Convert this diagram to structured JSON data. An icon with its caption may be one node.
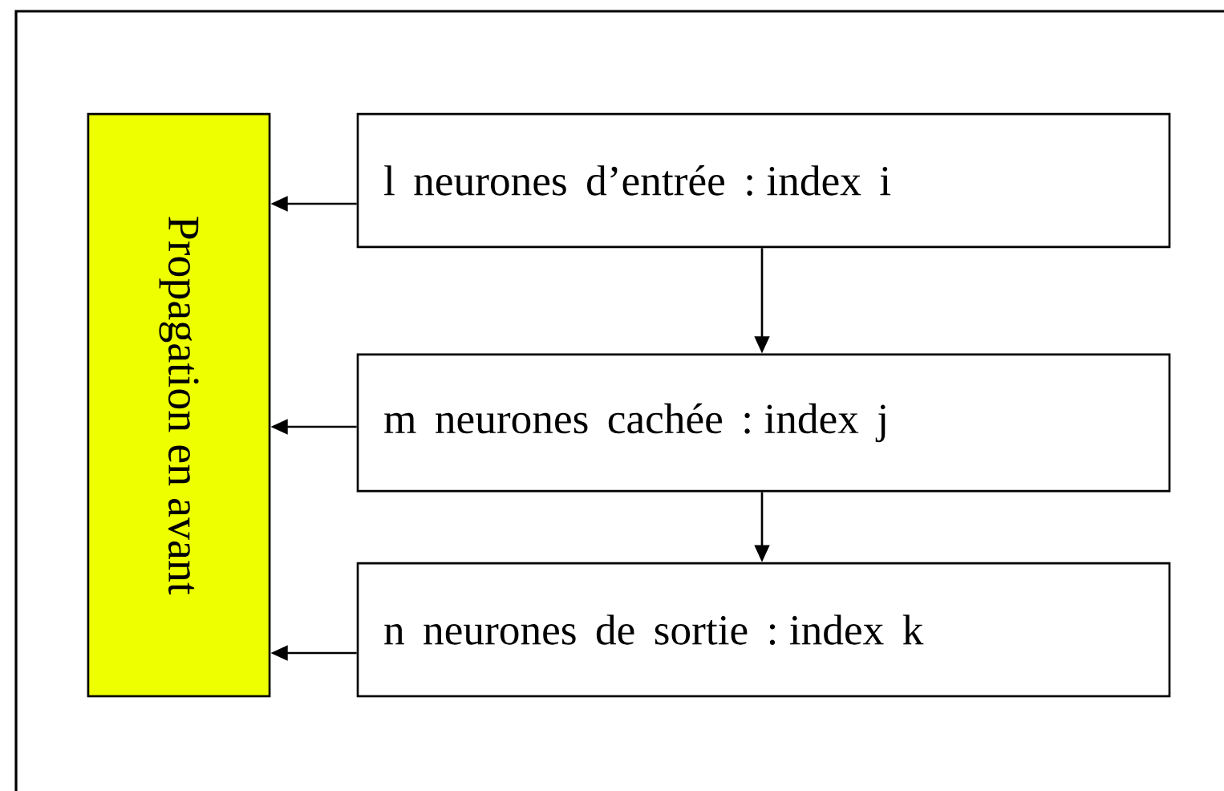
{
  "diagram": {
    "nodes": [
      {
        "text": [
          "Propagation en avant"
        ]
      },
      {
        "text": [
          "l neurones d’entrée : index i"
        ]
      },
      {
        "text": [
          "m neurones cachée : index j"
        ]
      },
      {
        "text": [
          "n neurones de sortie : index k"
        ]
      }
    ],
    "edges": [
      {
        "from": 1,
        "to": 0,
        "arrow": "to"
      },
      {
        "from": 2,
        "to": 0,
        "arrow": "to"
      },
      {
        "from": 3,
        "to": 0,
        "arrow": "to"
      },
      {
        "from": 1,
        "to": 2,
        "arrow": "to"
      },
      {
        "from": 2,
        "to": 3,
        "arrow": "to"
      }
    ]
  }
}
